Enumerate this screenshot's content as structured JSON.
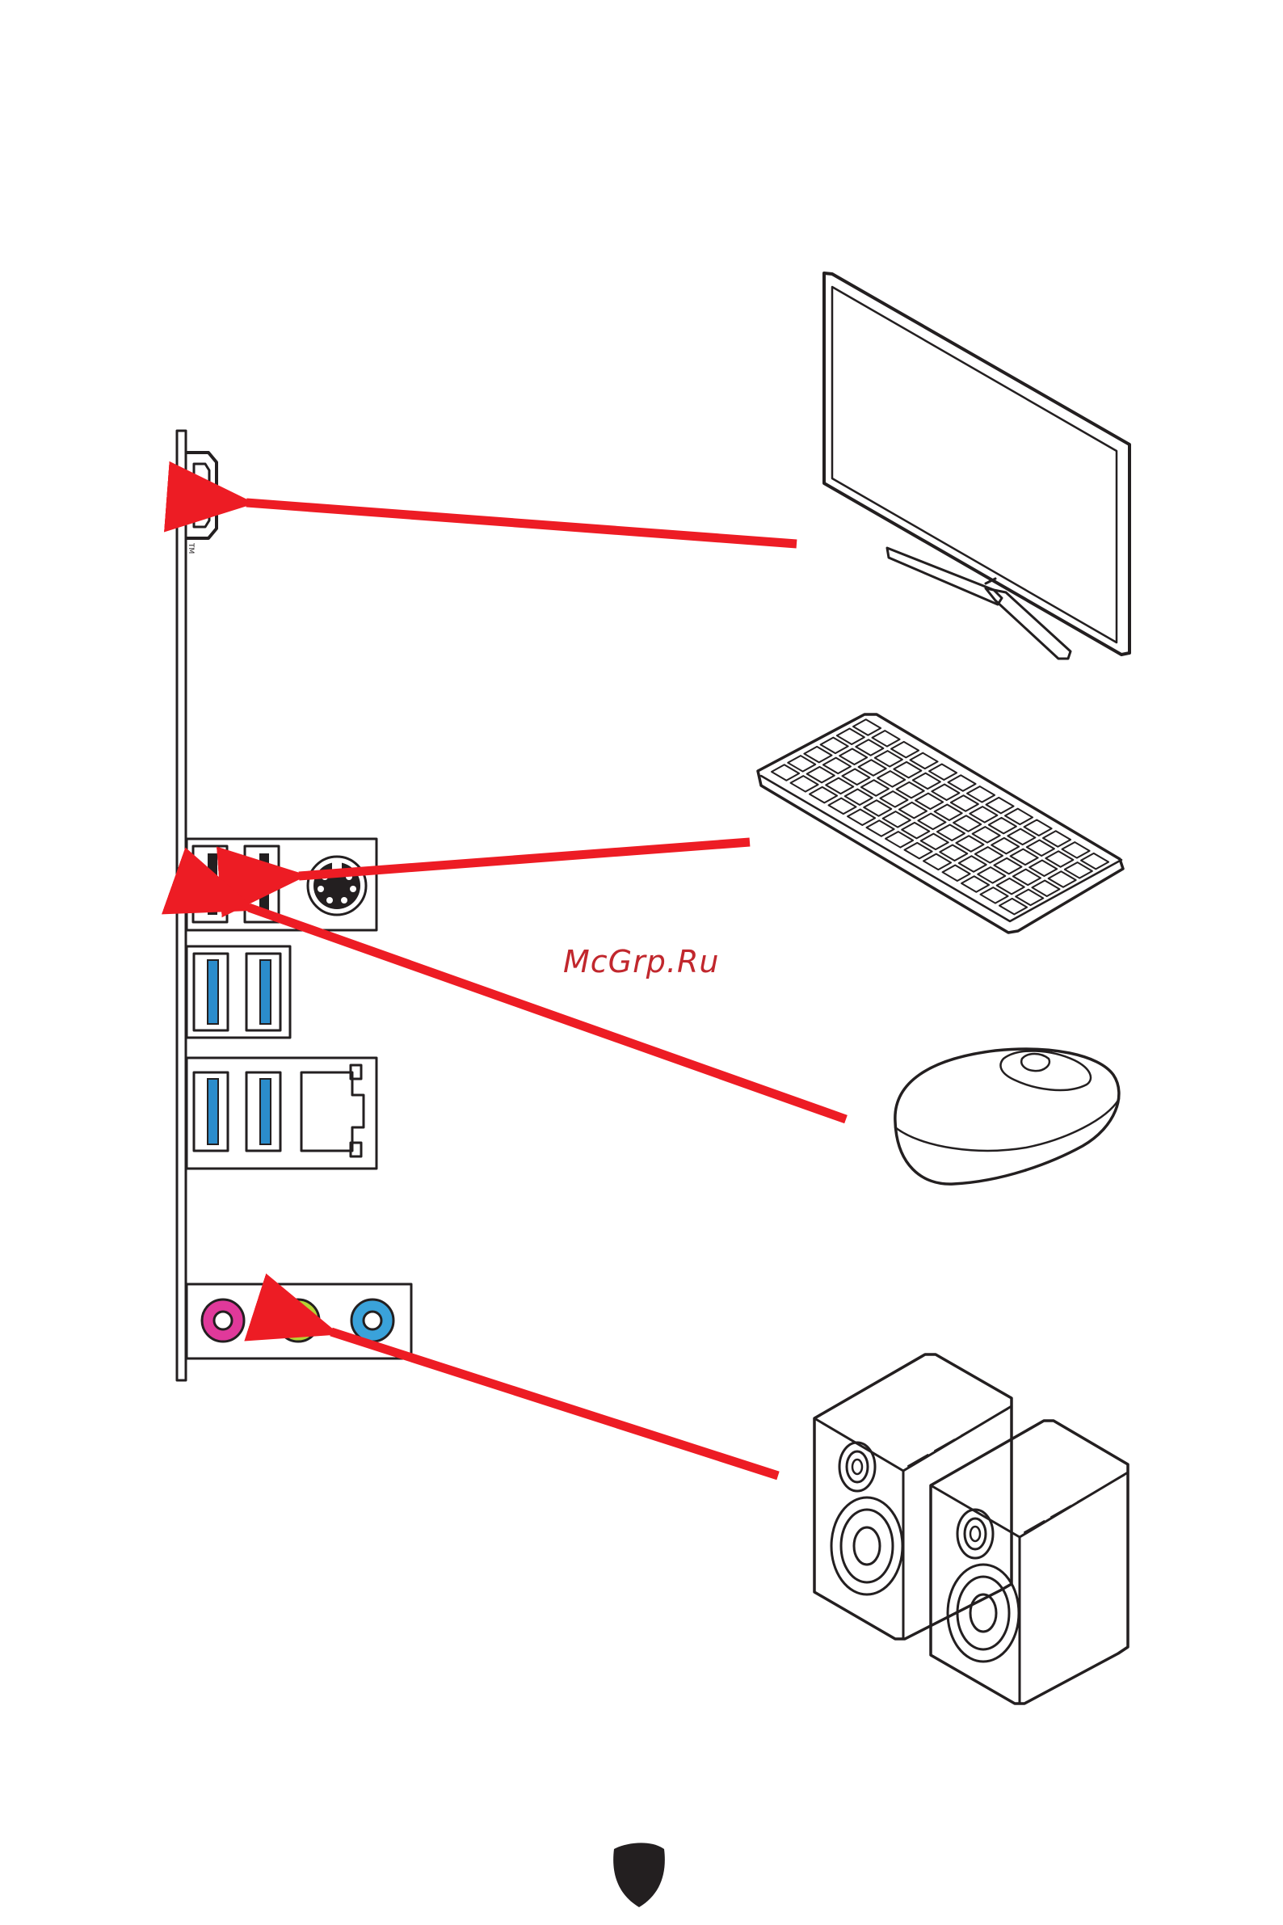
{
  "watermark": {
    "text": "McGrp.Ru"
  },
  "hdmi": {
    "mark": "TM"
  },
  "colors": {
    "arrow": "#ed1c24",
    "outline": "#231f20",
    "usb3_blue": "#2b8ccb",
    "audio_pink": "#e0399a",
    "audio_green": "#b5d334",
    "audio_blue": "#3aa2da",
    "watermark": "#c1272d",
    "shield": "#231f20"
  },
  "connections": [
    {
      "from": "monitor",
      "to": "hdmi-port"
    },
    {
      "from": "keyboard",
      "to": "usb2-port-right"
    },
    {
      "from": "mouse",
      "to": "usb2-port-left"
    },
    {
      "from": "speakers",
      "to": "audio-line-out"
    }
  ]
}
